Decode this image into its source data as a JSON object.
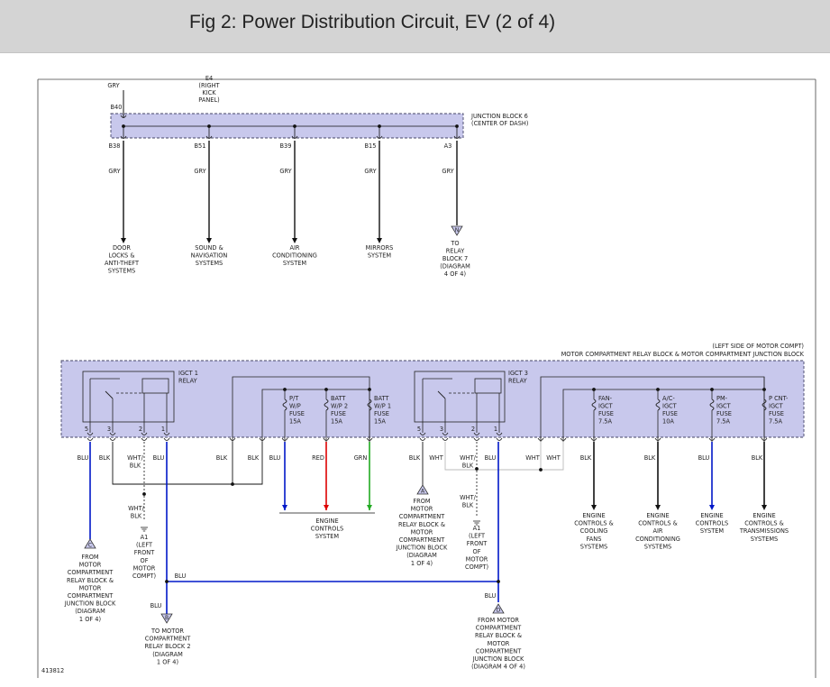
{
  "header": {
    "title": "Fig 2: Power Distribution Circuit, EV (2 of 4)"
  },
  "colors": {
    "band": "#c8c8ec",
    "band_border": "#444466",
    "blue": "#0018c8",
    "red": "#dd0000",
    "green": "#22aa22",
    "black": "#111111",
    "gray_wire": "#bbbbbb",
    "header_bg": "#d4d4d4"
  },
  "top": {
    "gry_input": "GRY",
    "e4_label": [
      "E4",
      "(RIGHT",
      "KICK",
      "PANEL)"
    ],
    "b40": "B40",
    "junction_block": [
      "JUNCTION BLOCK 6",
      "(CENTER OF DASH)"
    ],
    "pins": [
      "B38",
      "B51",
      "B39",
      "B15",
      "A3"
    ],
    "wire_color": "GRY",
    "connector_n": "N",
    "destinations": [
      [
        "DOOR",
        "LOCKS &",
        "ANTI-THEFT",
        "SYSTEMS"
      ],
      [
        "SOUND &",
        "NAVIGATION",
        "SYSTEMS"
      ],
      [
        "AIR",
        "CONDITIONING",
        "SYSTEM"
      ],
      [
        "MIRRORS",
        "SYSTEM"
      ],
      [
        "TO",
        "RELAY",
        "BLOCK 7",
        "(DIAGRAM",
        "4 OF 4)"
      ]
    ]
  },
  "bottom": {
    "location": "(LEFT SIDE OF MOTOR COMPT)",
    "block_name": "MOTOR COMPARTMENT RELAY BLOCK & MOTOR COMPARTMENT JUNCTION BLOCK",
    "relay1": [
      "IGCT 1",
      "RELAY"
    ],
    "relay3": [
      "IGCT 3",
      "RELAY"
    ],
    "relay_pins": [
      "5",
      "3",
      "2",
      "1"
    ],
    "fuses_left": [
      [
        "P/T",
        "W/P",
        "FUSE",
        "15A"
      ],
      [
        "BATT",
        "W/P 2",
        "FUSE",
        "15A"
      ],
      [
        "BATT",
        "W/P 1",
        "FUSE",
        "15A"
      ]
    ],
    "fuses_right": [
      [
        "FAN-",
        "IGCT",
        "FUSE",
        "7.5A"
      ],
      [
        "A/C-",
        "IGCT",
        "FUSE",
        "10A"
      ],
      [
        "PM-",
        "IGCT",
        "FUSE",
        "7.5A"
      ],
      [
        "P CNT-",
        "IGCT",
        "FUSE",
        "7.5A"
      ]
    ],
    "wire_labels_left": [
      "BLU",
      "BLK",
      "WHT/\nBLK",
      "BLU",
      "BLK",
      "BLK",
      "BLU",
      "RED",
      "GRN"
    ],
    "wire_labels_right": [
      "BLK",
      "WHT",
      "WHT/\nBLK",
      "BLU",
      "WHT",
      "WHT",
      "BLK",
      "BLK",
      "BLU",
      "BLK"
    ],
    "wht_blk": [
      "WHT/",
      "BLK"
    ],
    "blu": "BLU",
    "ground_a1": [
      "A1",
      "(LEFT",
      "FRONT",
      "OF",
      "MOTOR",
      "COMPT)"
    ],
    "engine_controls": [
      "ENGINE",
      "CONTROLS",
      "SYSTEM"
    ],
    "connector_a": "A",
    "from_a": [
      "FROM",
      "MOTOR",
      "COMPARTMENT",
      "RELAY BLOCK &",
      "MOTOR",
      "COMPARTMENT",
      "JUNCTION BLOCK",
      "(DIAGRAM",
      "1 OF 4)"
    ],
    "connector_c": "C",
    "from_c": [
      "FROM",
      "MOTOR",
      "COMPARTMENT",
      "RELAY BLOCK &",
      "MOTOR",
      "COMPARTMENT",
      "JUNCTION BLOCK",
      "(DIAGRAM",
      "1 OF 4)"
    ],
    "connector_b": "B",
    "to_b": [
      "TO MOTOR",
      "COMPARTMENT",
      "RELAY BLOCK 2",
      "(DIAGRAM",
      "1 OF 4)"
    ],
    "connector_d": "D",
    "from_d": [
      "FROM MOTOR",
      "COMPARTMENT",
      "RELAY BLOCK &",
      "MOTOR",
      "COMPARTMENT",
      "JUNCTION BLOCK",
      "(DIAGRAM 4 OF 4)"
    ],
    "right_destinations": [
      [
        "ENGINE",
        "CONTROLS &",
        "COOLING",
        "FANS",
        "SYSTEMS"
      ],
      [
        "ENGINE",
        "CONTROLS &",
        "AIR",
        "CONDITIONING",
        "SYSTEMS"
      ],
      [
        "ENGINE",
        "CONTROLS",
        "SYSTEM"
      ],
      [
        "ENGINE",
        "CONTROLS &",
        "TRANSMISSIONS",
        "SYSTEMS"
      ]
    ]
  },
  "figure_id": "413812"
}
